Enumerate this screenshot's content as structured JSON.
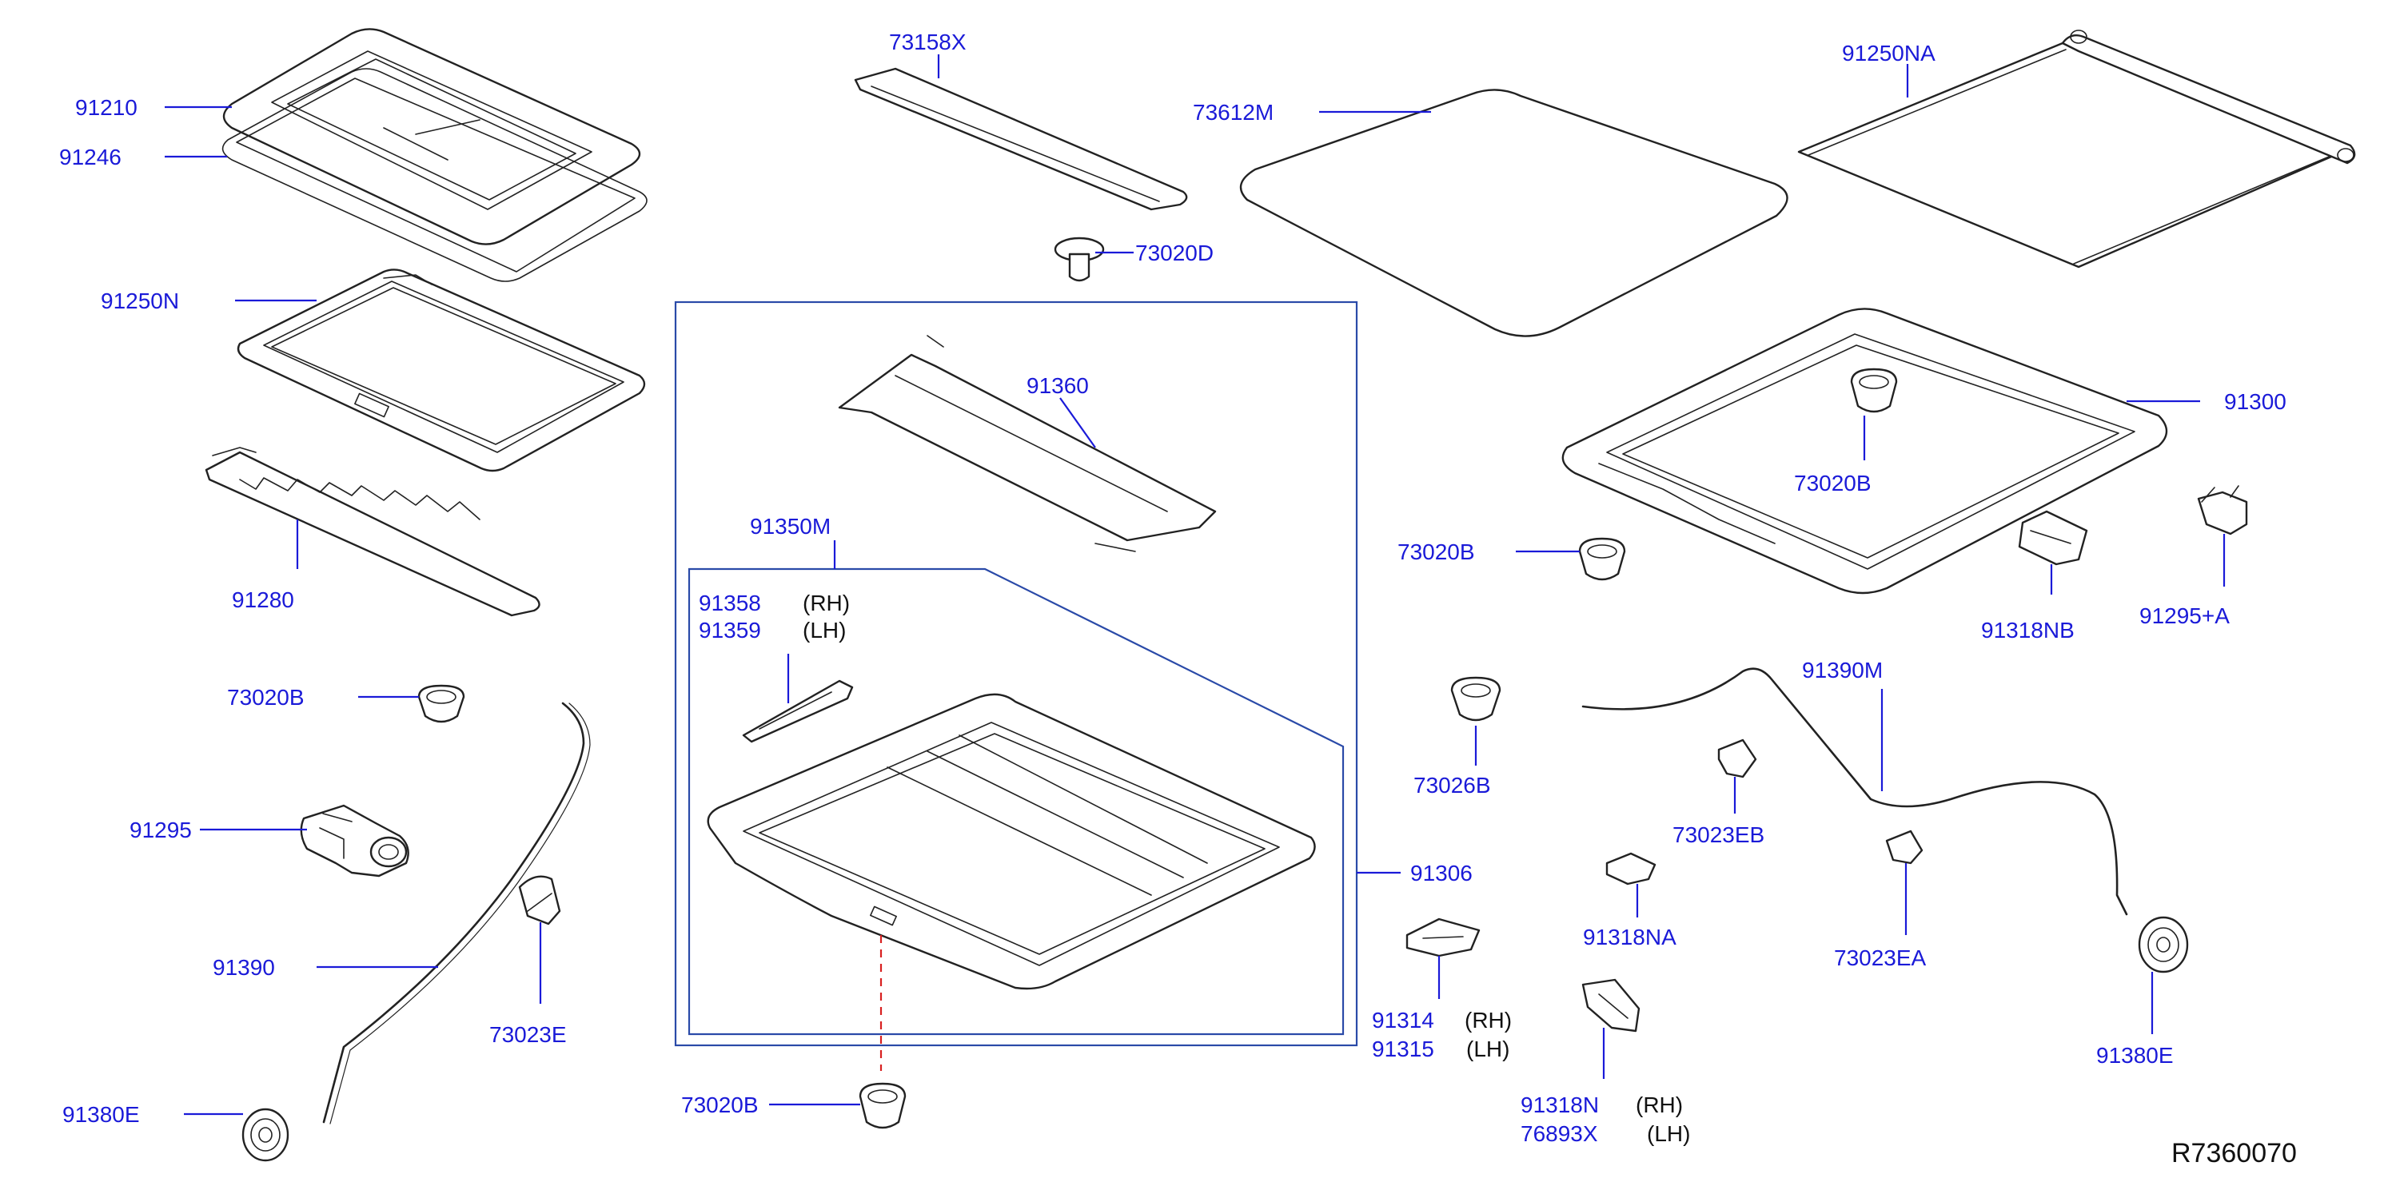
{
  "diagram": {
    "reference_code": "R7360070",
    "parts": {
      "p91210": "91210",
      "p91246": "91246",
      "p91250N": "91250N",
      "p91280": "91280",
      "p73020B_left": "73020B",
      "p91295": "91295",
      "p91390": "91390",
      "p73023E": "73023E",
      "p91380E_left": "91380E",
      "p73158X": "73158X",
      "p73020D": "73020D",
      "p91360": "91360",
      "p91350M": "91350M",
      "p91358": "91358",
      "p91358_side": "(RH)",
      "p91359": "91359",
      "p91359_side": "(LH)",
      "p73020B_bottom": "73020B",
      "p73612M": "73612M",
      "p73020B_center": "73020B",
      "p73026B": "73026B",
      "p91306": "91306",
      "p91314": "91314",
      "p91314_side": "(RH)",
      "p91315": "91315",
      "p91315_side": "(LH)",
      "p91250NA": "91250NA",
      "p91300": "91300",
      "p73020B_frame": "73020B",
      "p91318NB": "91318NB",
      "p91295A": "91295+A",
      "p91390M": "91390M",
      "p73023EB": "73023EB",
      "p91318NA": "91318NA",
      "p73023EA": "73023EA",
      "p91318N": "91318N",
      "p91318N_side": "(RH)",
      "p76893X": "76893X",
      "p76893X_side": "(LH)",
      "p91380E_right": "91380E"
    }
  }
}
